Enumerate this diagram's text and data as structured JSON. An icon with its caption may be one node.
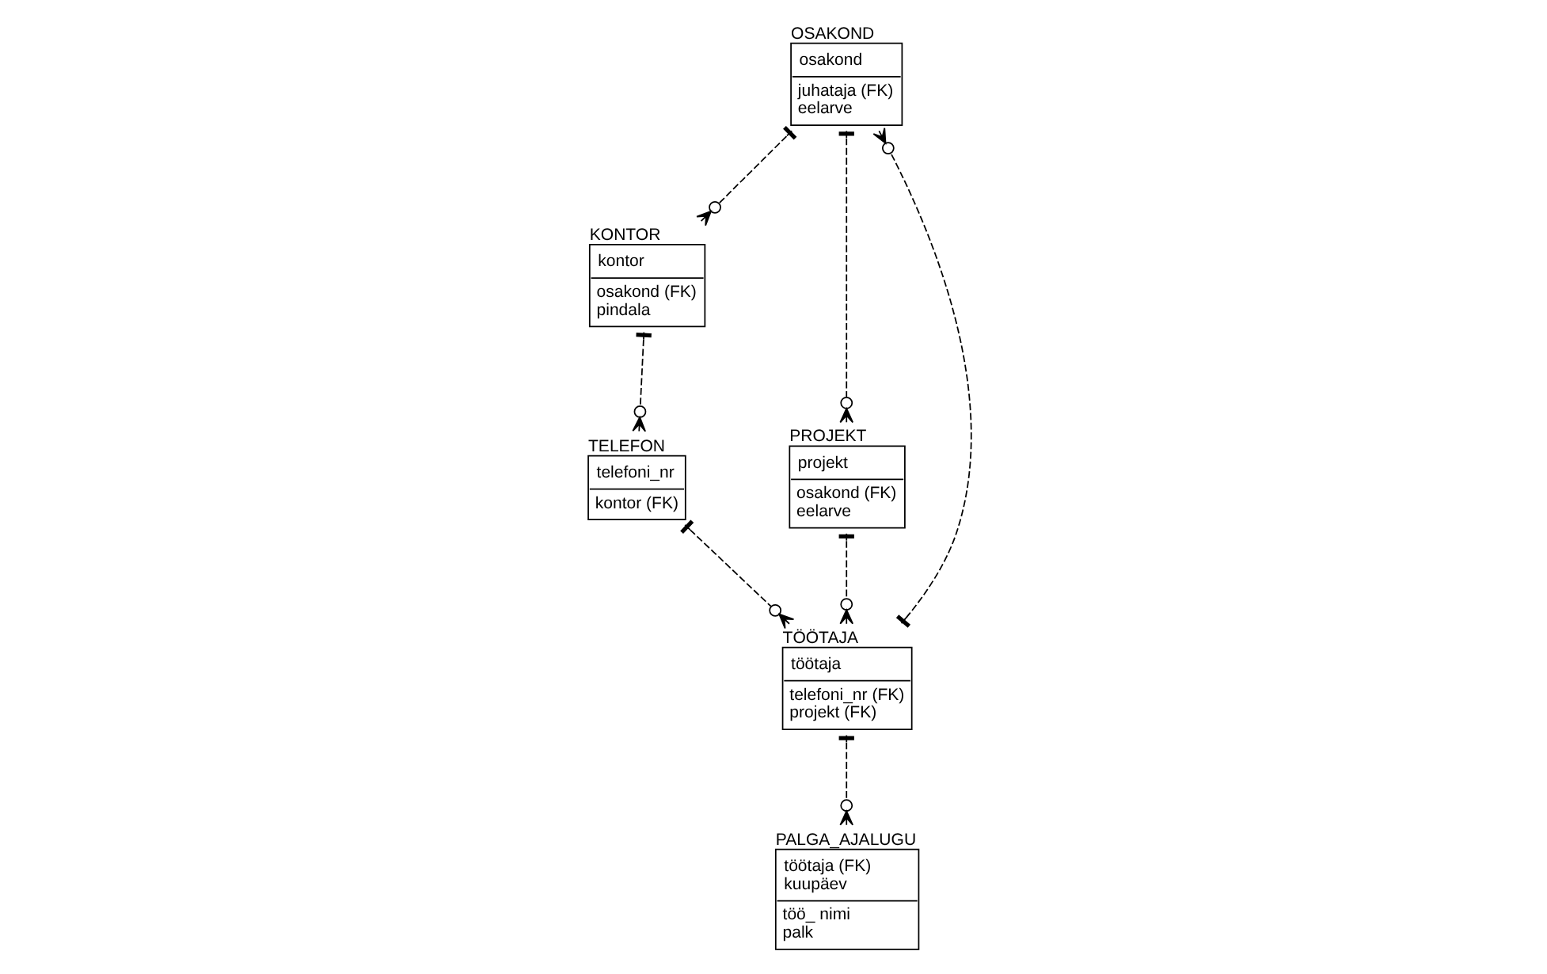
{
  "diagram": {
    "nodes": [
      {
        "text": [
          "OSAKOND",
          "osakond",
          "juhataja (FK)",
          "eelarve"
        ]
      },
      {
        "text": [
          "PALGA_AJALUGU",
          "töötaja (FK)",
          "kuupäev",
          "töö_ nimi",
          "palk"
        ]
      },
      {
        "text": [
          "KONTOR",
          "kontor",
          "osakond (FK)",
          "pindala"
        ]
      },
      {
        "text": [
          "TELEFON",
          "telefoni_nr",
          "kontor (FK)"
        ]
      },
      {
        "text": [
          "PROJEKT",
          "projekt",
          "osakond (FK)",
          "eelarve"
        ]
      },
      {
        "text": [
          "TÖÖTAJA",
          "töötaja",
          "telefoni_nr (FK)",
          "projekt (FK)"
        ]
      }
    ],
    "edges": [
      {
        "from": 0,
        "to": 2,
        "arrow": "other",
        "style": "dashed"
      },
      {
        "from": 0,
        "to": 4,
        "arrow": "other",
        "style": "dashed"
      },
      {
        "from": 5,
        "to": 0,
        "arrow": "other",
        "style": "dashed"
      },
      {
        "from": 2,
        "to": 3,
        "arrow": "other",
        "style": "dashed"
      },
      {
        "from": 3,
        "to": 5,
        "arrow": "other",
        "style": "dashed"
      },
      {
        "from": 5,
        "to": 1,
        "arrow": "other",
        "style": "dashed"
      },
      {
        "from": 4,
        "to": 5,
        "arrow": "other",
        "style": "dashed"
      }
    ]
  }
}
